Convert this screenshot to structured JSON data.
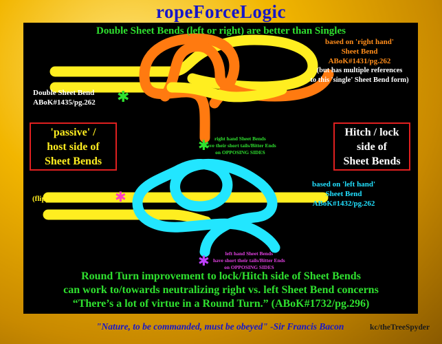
{
  "title": "ropeForceLogic",
  "subtitle": "Double Sheet Bends (left or right) are better than Singles",
  "right_hand": {
    "line1": "based on 'right hand'",
    "line2": "Sheet Bend",
    "line3": "ABoK#1431/pg.262",
    "note1": "(but has multiple references",
    "note2": "to this 'single' Sheet Bend form)"
  },
  "double_sheet_bend": {
    "line1": "Double Sheet Bend",
    "line2": "ABoK#1435/pg.262"
  },
  "left_box": {
    "line1": "'passive' /",
    "line2": "host side of",
    "line3": "Sheet Bends"
  },
  "right_box": {
    "line1": "Hitch / lock",
    "line2": "side of",
    "line3": "Sheet Bends"
  },
  "note_green": {
    "line1": "right hand Sheet Bends",
    "line2": "have their short tails/Bitter Ends",
    "line3": "on OPPOSING SIDES"
  },
  "flipped": "(flipped from above)",
  "left_hand": {
    "line1": "based on 'left hand'",
    "line2": "Sheet Bend",
    "line3": "ABoK#1432/pg.262"
  },
  "note_magenta": {
    "line1": "left hand Sheet Bends",
    "line2": "have short their tails/Bitter Ends",
    "line3": "on OPPOSING SIDES"
  },
  "bottom": {
    "line1": "Round Turn improvement to lock/Hitch side of Sheet Bends",
    "line2": "can work to/towards neutralizing right vs. left Sheet Bend concerns",
    "line3": "“There’s a lot of virtue in a Round Turn.”  (ABoK#1732/pg.296)"
  },
  "quote": "\"Nature, to be commanded, must be obeyed\" -Sir Francis Bacon",
  "credit": "kc/theTreeSpyder",
  "colors": {
    "yellow_rope": "#ffee20",
    "orange_rope": "#ff7a10",
    "cyan_rope": "#22e6ff",
    "title_blue": "#1616c8",
    "green_text": "#2fe02f",
    "box_border": "#e02020"
  },
  "icons": {
    "asterisk_green": "✱",
    "asterisk_magenta": "✱"
  }
}
